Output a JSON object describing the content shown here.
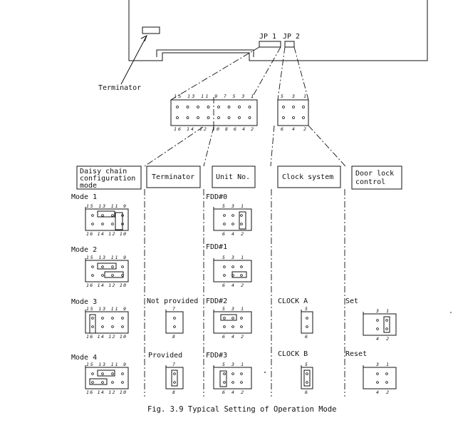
{
  "top": {
    "jp1": "JP 1",
    "jp2": "JP 2",
    "terminator": "Terminator",
    "jp1_top_pins": "15 13 11 9 7 5 3 1",
    "jp1_bottom_pins": "16 14 12 10 8 6 4 2",
    "jp2_top_pins": "5 3 1",
    "jp2_bottom_pins": "6 4 2"
  },
  "headers": {
    "daisy": [
      "Daisy chain",
      "configuration",
      "mode"
    ],
    "terminator": "Terminator",
    "unit": "Unit No.",
    "clock": "Clock system",
    "door": [
      "Door lock",
      "control"
    ]
  },
  "rows": [
    {
      "mode": "Mode 1",
      "unit": "FDD#0"
    },
    {
      "mode": "Mode 2",
      "unit": "FDD#1"
    },
    {
      "mode": "Mode 3",
      "term": "Not provided",
      "unit": "FDD#2",
      "clock": "CLOCK A",
      "door": "Set"
    },
    {
      "mode": "Mode 4",
      "term": "Provided",
      "unit": "FDD#3",
      "clock": "CLOCK B",
      "door": "Reset"
    }
  ],
  "pins": {
    "mode_top": "15 13 11 9",
    "mode_bottom": "16 14 12 10",
    "unit_top": "5 3 1",
    "unit_bottom": "6 4 2",
    "term_top": "7",
    "term_bottom": "8",
    "clock_top": "5",
    "clock_bottom": "6",
    "door_top": "3 1",
    "door_bottom": "4 2"
  },
  "caption": "Fig. 3.9  Typical Setting of Operation Mode"
}
